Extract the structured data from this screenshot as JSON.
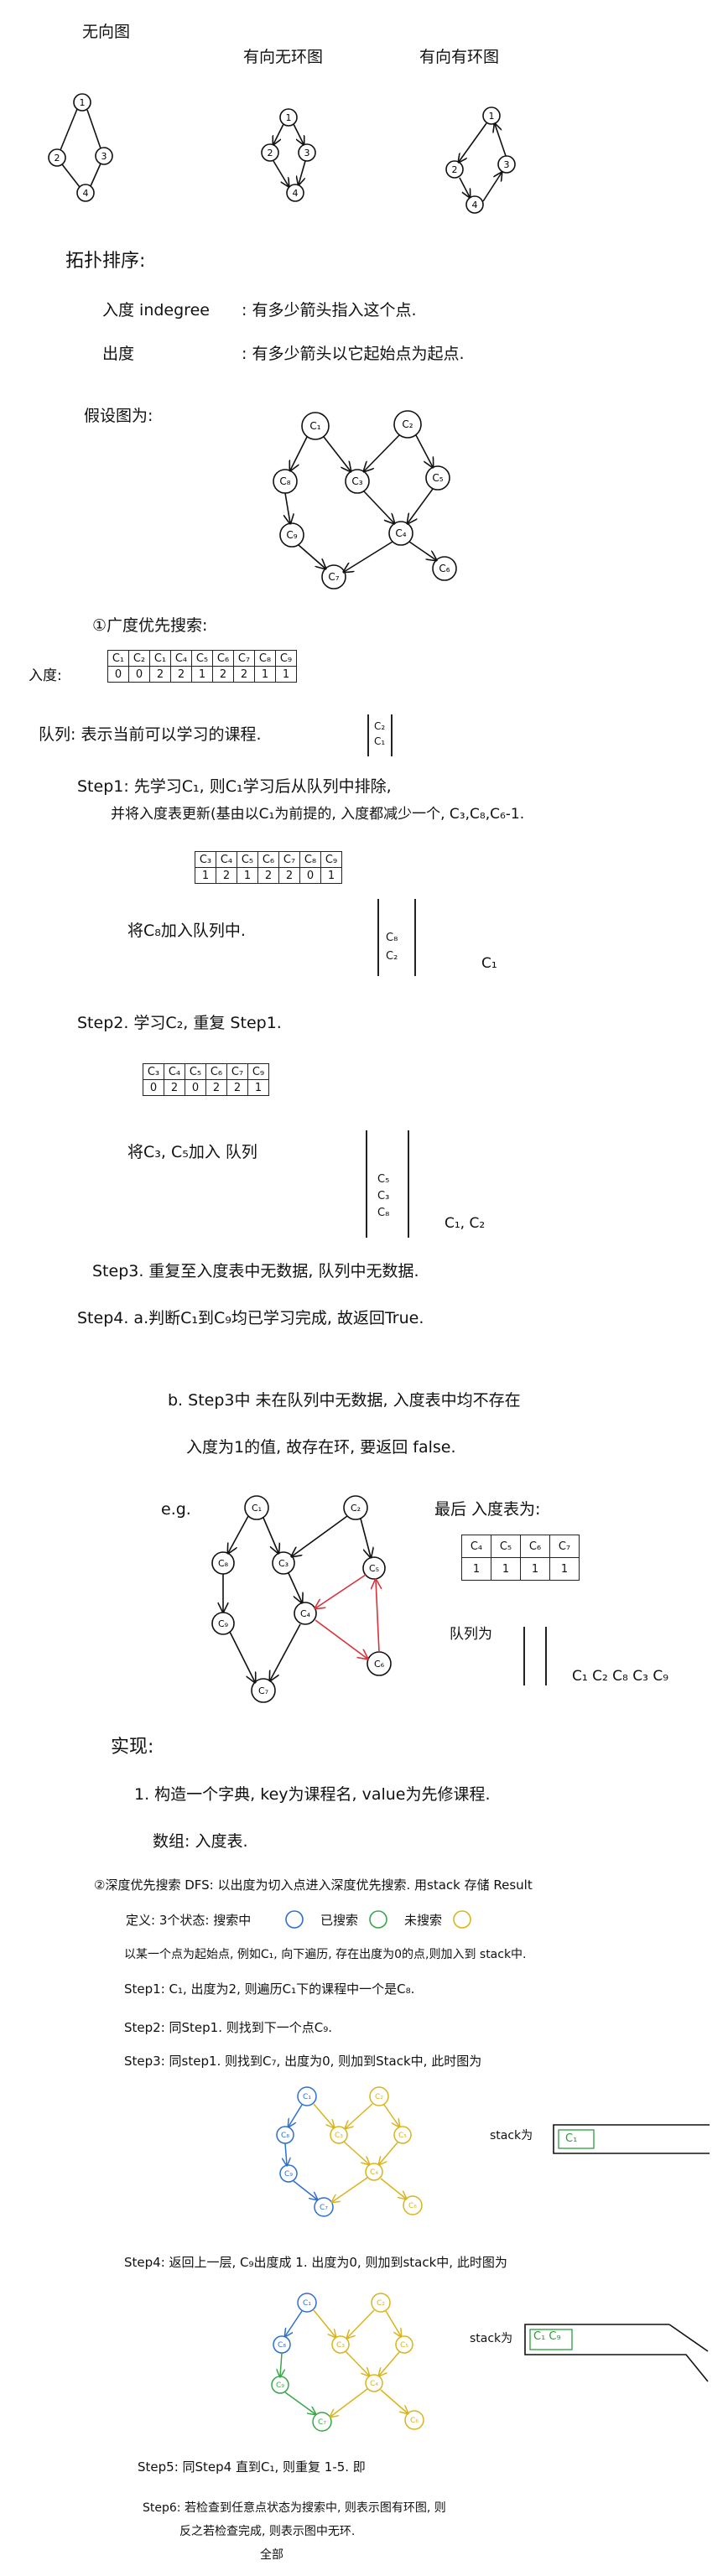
{
  "graph_types": {
    "undirected": "无向图",
    "dag": "有向无环图",
    "cyclic": "有向有环图",
    "dag_label_suffix": ")"
  },
  "topo": {
    "heading": "拓扑排序:",
    "indegree_term": "入度 indegree",
    "indegree_def": ": 有多少箭头指入这个点.",
    "outdegree_term": "出度",
    "outdegree_def": ": 有多少箭头以它起始点为起点.",
    "assume": "假设图为:"
  },
  "bfs": {
    "heading": "①广度优先搜索:",
    "indegree_label": "入度:",
    "table1_head": [
      "C₁",
      "C₂",
      "C₁",
      "C₄",
      "C₅",
      "C₆",
      "C₇",
      "C₈",
      "C₉"
    ],
    "table1_vals": [
      "0",
      "0",
      "2",
      "2",
      "1",
      "2",
      "2",
      "1",
      "1"
    ],
    "queue_desc": "队列: 表示当前可以学习的课程.",
    "queue1": [
      "C₂",
      "C₁"
    ],
    "step1_a": "Step1: 先学习C₁, 则C₁学习后从队列中排除,",
    "step1_b": "并将入度表更新(基由以C₁为前提的, 入度都减少一个, C₃,C₈,C₆-1.",
    "table2_head": [
      "C₃",
      "C₄",
      "C₅",
      "C₆",
      "C₇",
      "C₈",
      "C₉"
    ],
    "table2_vals": [
      "1",
      "2",
      "1",
      "2",
      "2",
      "0",
      "1"
    ],
    "step1_c": "将C₈加入队列中.",
    "queue2": [
      "C₈",
      "C₂"
    ],
    "done2": "C₁",
    "step2": "Step2. 学习C₂, 重复 Step1.",
    "table3_head": [
      "C₃",
      "C₄",
      "C₅",
      "C₆",
      "C₇",
      "C₉"
    ],
    "table3_vals": [
      "0",
      "2",
      "0",
      "2",
      "2",
      "1"
    ],
    "step2_b": "将C₃, C₅加入 队列",
    "queue3": [
      "C₅",
      "C₃",
      "C₈"
    ],
    "done3": "C₁, C₂",
    "step3": "Step3. 重复至入度表中无数据, 队列中无数据.",
    "step4": "Step4. a.判断C₁到C₉均已学习完成, 故返回True.",
    "step4_b1": "b. Step3中 未在队列中无数据, 入度表中均不存在",
    "step4_b2": "入度为1的值, 故存在环, 要返回 false.",
    "eg": "e.g.",
    "final_label": "最后 入度表为:",
    "final_head": [
      "C₄",
      "C₅",
      "C₆",
      "C₇"
    ],
    "final_vals": [
      "1",
      "1",
      "1",
      "1"
    ],
    "queue_label": "队列为",
    "queue_final": "C₁ C₂ C₈ C₃ C₉"
  },
  "impl": {
    "heading": "实现:",
    "line1": "1. 构造一个字典, key为课程名, value为先修课程.",
    "line2": "数组: 入度表."
  },
  "dfs": {
    "heading": "②深度优先搜索 DFS: 以出度为切入点进入深度优先搜索. 用stack 存储 Result",
    "def": "定义: 3个状态: 搜索中",
    "searched": "已搜索",
    "unsearched": "未搜索",
    "start_note": "以某一个点为起始点, 例如C₁, 向下遍历, 存在出度为0的点,则加入到 stack中.",
    "s1": "Step1:    C₁, 出度为2, 则遍历C₁下的课程中一个是C₈.",
    "s2": "Step2: 同Step1. 则找到下一个点C₉.",
    "s3": "Step3: 同step1. 则找到C₇, 出度为0, 则加到Stack中, 此时图为",
    "stack_label": "stack为",
    "stack1": "C₁",
    "s4": "Step4: 返回上一层, C₉出度成 1. 出度为0, 则加到stack中, 此时图为",
    "stack2": "C₁ C₉",
    "s5": "Step5: 同Step4 直到C₁, 则重复 1-5. 即",
    "s6a": "Step6: 若检查到任意点状态为搜索中, 则表示图有环图, 则",
    "s6b": "反之若检查完成, 则表示图中无环.",
    "s6c": "全部"
  },
  "colors": {
    "ink": "#111111",
    "blue": "#2f6fd0",
    "green": "#3aa64a",
    "yellow": "#d9b41c",
    "red": "#d8323c"
  },
  "nodes": {
    "small_graph": [
      "1",
      "2",
      "3",
      "4"
    ],
    "dag_nodes": [
      "C₁",
      "C₂",
      "C₃",
      "C₄",
      "C₅",
      "C₆",
      "C₇",
      "C₈",
      "C₉"
    ]
  }
}
